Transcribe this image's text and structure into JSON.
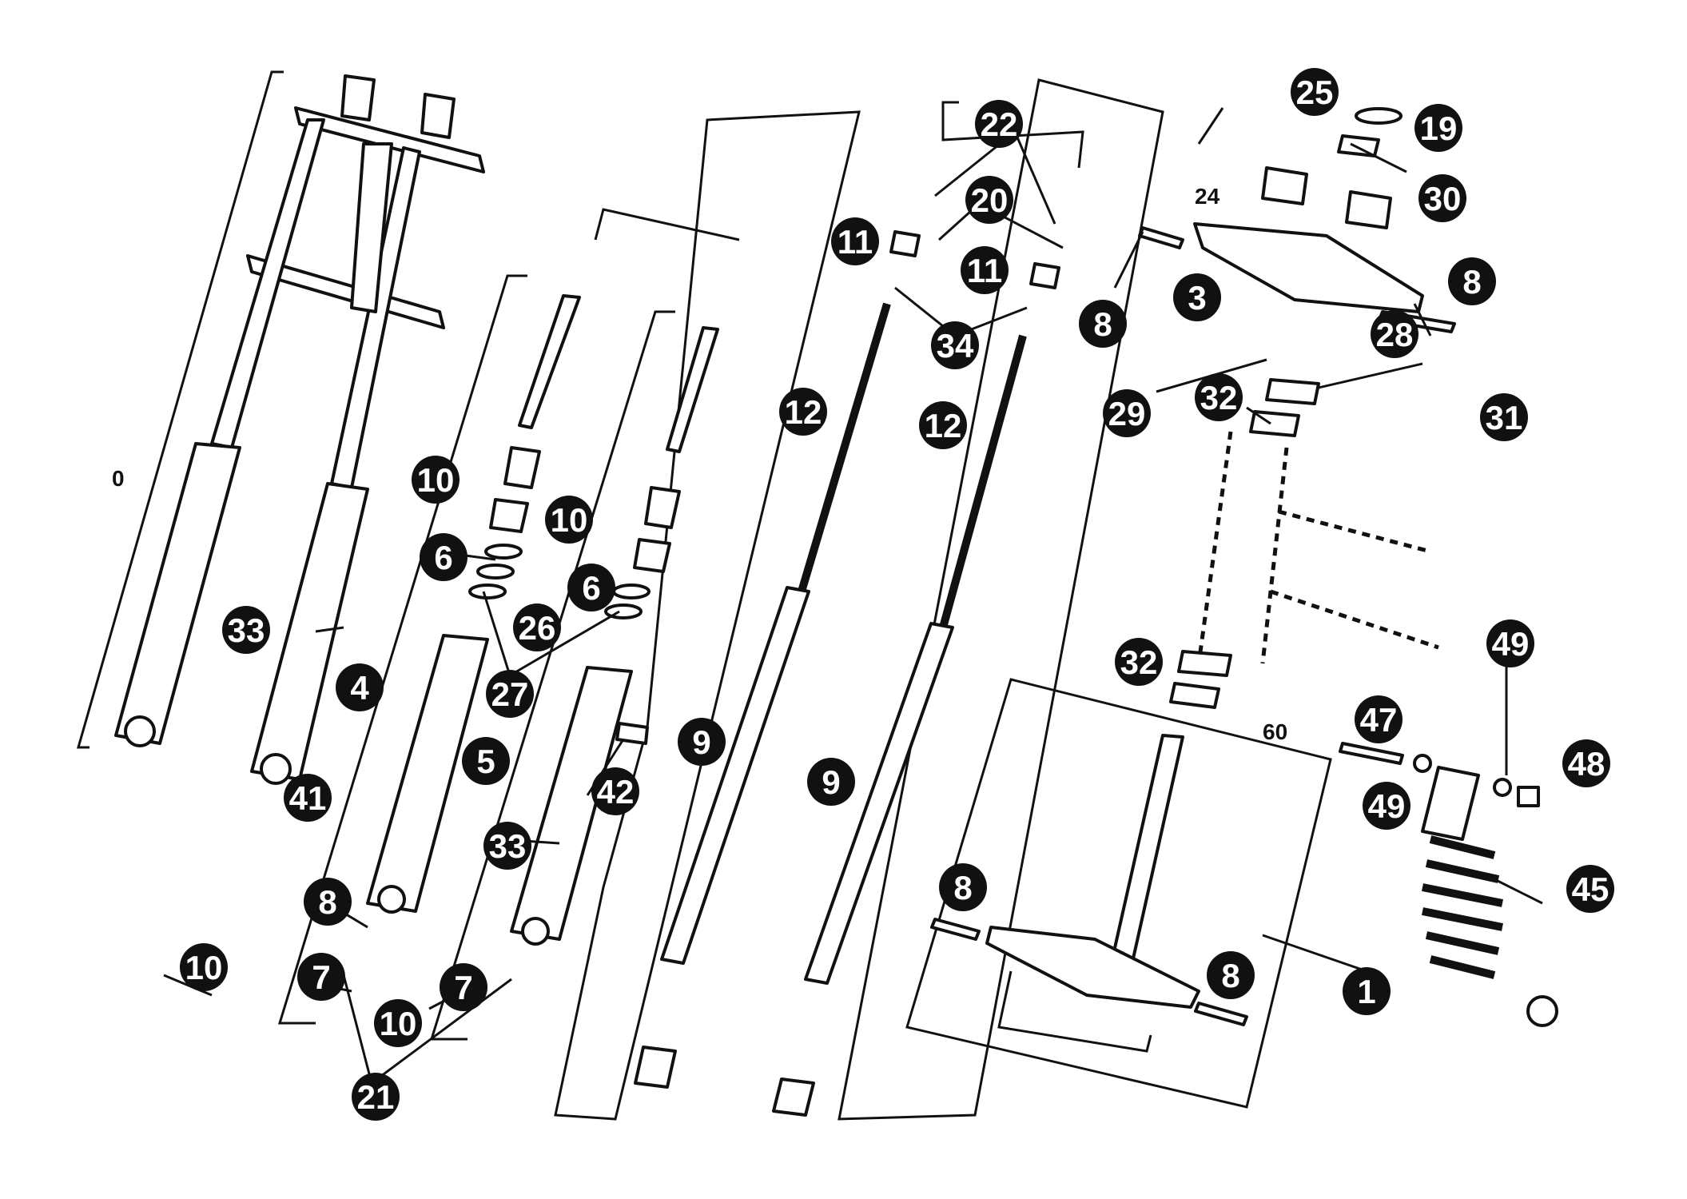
{
  "figure": {
    "callouts": [
      {
        "id": "c1",
        "label": "1"
      },
      {
        "id": "c3",
        "label": "3"
      },
      {
        "id": "c4",
        "label": "4"
      },
      {
        "id": "c5",
        "label": "5"
      },
      {
        "id": "c6a",
        "label": "6"
      },
      {
        "id": "c6b",
        "label": "6"
      },
      {
        "id": "c7a",
        "label": "7"
      },
      {
        "id": "c7b",
        "label": "7"
      },
      {
        "id": "c8a",
        "label": "8"
      },
      {
        "id": "c8b",
        "label": "8"
      },
      {
        "id": "c8c",
        "label": "8"
      },
      {
        "id": "c8d",
        "label": "8"
      },
      {
        "id": "c8e",
        "label": "8"
      },
      {
        "id": "c9a",
        "label": "9"
      },
      {
        "id": "c9b",
        "label": "9"
      },
      {
        "id": "c10a",
        "label": "10"
      },
      {
        "id": "c10b",
        "label": "10"
      },
      {
        "id": "c10c",
        "label": "10"
      },
      {
        "id": "c10d",
        "label": "10"
      },
      {
        "id": "c11a",
        "label": "11"
      },
      {
        "id": "c11b",
        "label": "11"
      },
      {
        "id": "c12a",
        "label": "12"
      },
      {
        "id": "c12b",
        "label": "12"
      },
      {
        "id": "c19",
        "label": "19"
      },
      {
        "id": "c20",
        "label": "20"
      },
      {
        "id": "c21",
        "label": "21"
      },
      {
        "id": "c22",
        "label": "22"
      },
      {
        "id": "c25",
        "label": "25"
      },
      {
        "id": "c26",
        "label": "26"
      },
      {
        "id": "c27",
        "label": "27"
      },
      {
        "id": "c28",
        "label": "28"
      },
      {
        "id": "c29",
        "label": "29"
      },
      {
        "id": "c30",
        "label": "30"
      },
      {
        "id": "c31",
        "label": "31"
      },
      {
        "id": "c32a",
        "label": "32"
      },
      {
        "id": "c32b",
        "label": "32"
      },
      {
        "id": "c33a",
        "label": "33"
      },
      {
        "id": "c33b",
        "label": "33"
      },
      {
        "id": "c34",
        "label": "34"
      },
      {
        "id": "c41",
        "label": "41"
      },
      {
        "id": "c42",
        "label": "42"
      },
      {
        "id": "c45",
        "label": "45"
      },
      {
        "id": "c47",
        "label": "47"
      },
      {
        "id": "c48",
        "label": "48"
      },
      {
        "id": "c49a",
        "label": "49"
      },
      {
        "id": "c49b",
        "label": "49"
      }
    ],
    "plain_labels": [
      {
        "id": "p0",
        "label": "0"
      },
      {
        "id": "p24",
        "label": "24"
      },
      {
        "id": "p60",
        "label": "60"
      }
    ],
    "colors": {
      "ink": "#111111",
      "paper": "#ffffff"
    }
  }
}
